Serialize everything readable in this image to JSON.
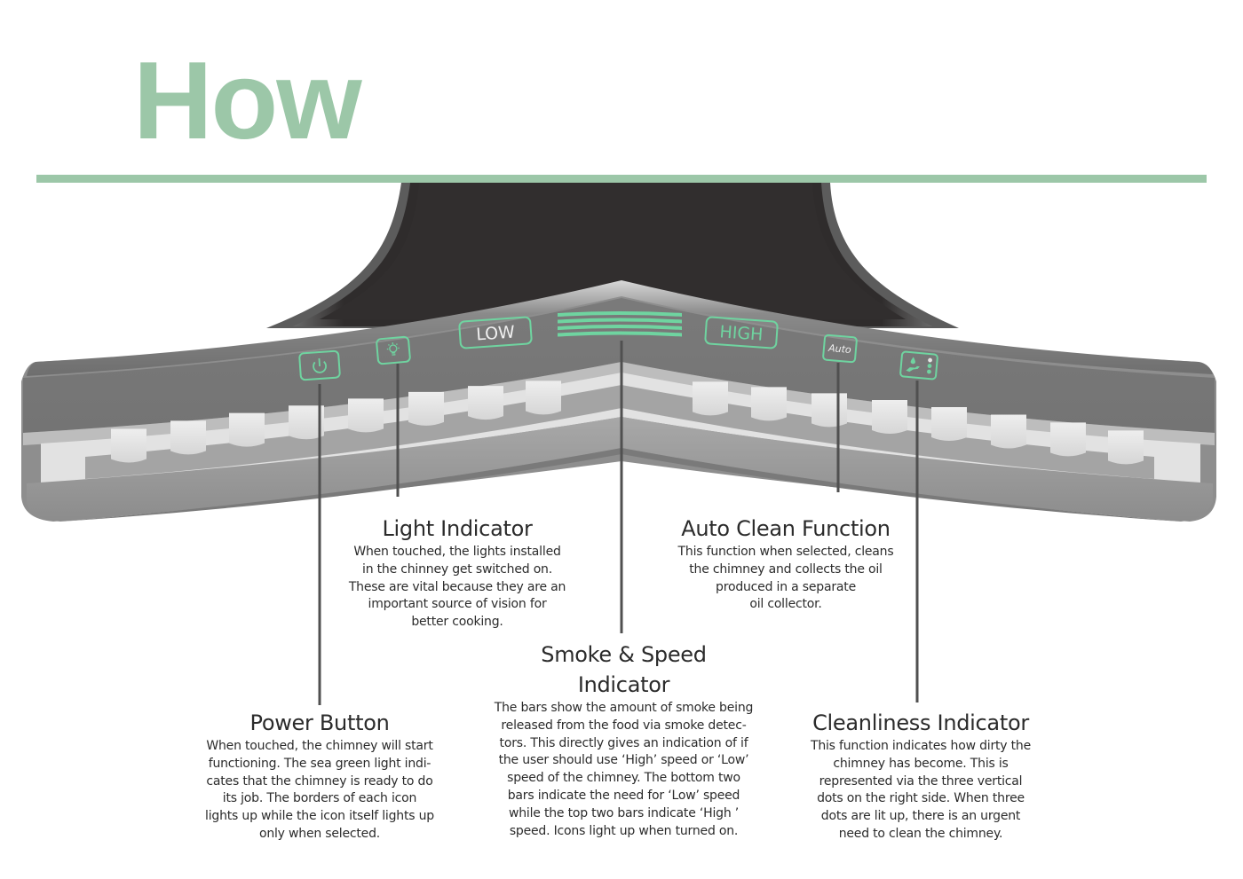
{
  "page": {
    "title": "How",
    "accent_color": "#9cc7a8",
    "indicator_color": "#6fd4a0"
  },
  "panel": {
    "buttons": [
      {
        "id": "power",
        "icon": "power-icon"
      },
      {
        "id": "light",
        "icon": "lightbulb-icon"
      },
      {
        "id": "low",
        "label": "LOW"
      },
      {
        "id": "smoke-bars",
        "icon": "smoke-level-bars",
        "bars_lit": 4,
        "bars_total": 4
      },
      {
        "id": "high",
        "label": "HIGH"
      },
      {
        "id": "auto",
        "label": "Auto"
      },
      {
        "id": "cleanliness",
        "icon": "hand-drop-icon",
        "dots_lit": 2,
        "dots_total": 3
      }
    ]
  },
  "callouts": {
    "light": {
      "heading": "Light Indicator",
      "body": "When touched, the lights installed\nin the chinney get switched on.\nThese are vital because they are an\nimportant source of vision for\nbetter cooking."
    },
    "auto": {
      "heading": "Auto Clean Function",
      "body": "This function when selected, cleans\nthe chimney and collects the oil\nproduced in a separate\noil collector."
    },
    "smoke": {
      "heading": "Smoke & Speed\nIndicator",
      "body": "The bars show the amount of smoke being\nreleased from the food via smoke detec-\ntors. This directly gives an indication of if\nthe user should use ‘High’ speed or ‘Low’\nspeed of the chimney. The bottom two\nbars indicate the need for ‘Low’ speed\nwhile the top two bars indicate ‘High ’\nspeed. Icons light up when turned on."
    },
    "power": {
      "heading": "Power Button",
      "body": "When touched, the chimney will start\nfunctioning. The sea green light indi-\ncates that the chimney is ready to do\nits job. The borders of each icon\nlights up while the icon itself lights up\nonly when selected."
    },
    "clean": {
      "heading": "Cleanliness Indicator",
      "body": "This function indicates how dirty the\nchimney has become. This is\nrepresented via the three vertical\ndots on the right side. When three\ndots are lit up, there is an urgent\nneed to clean the chimney."
    }
  }
}
